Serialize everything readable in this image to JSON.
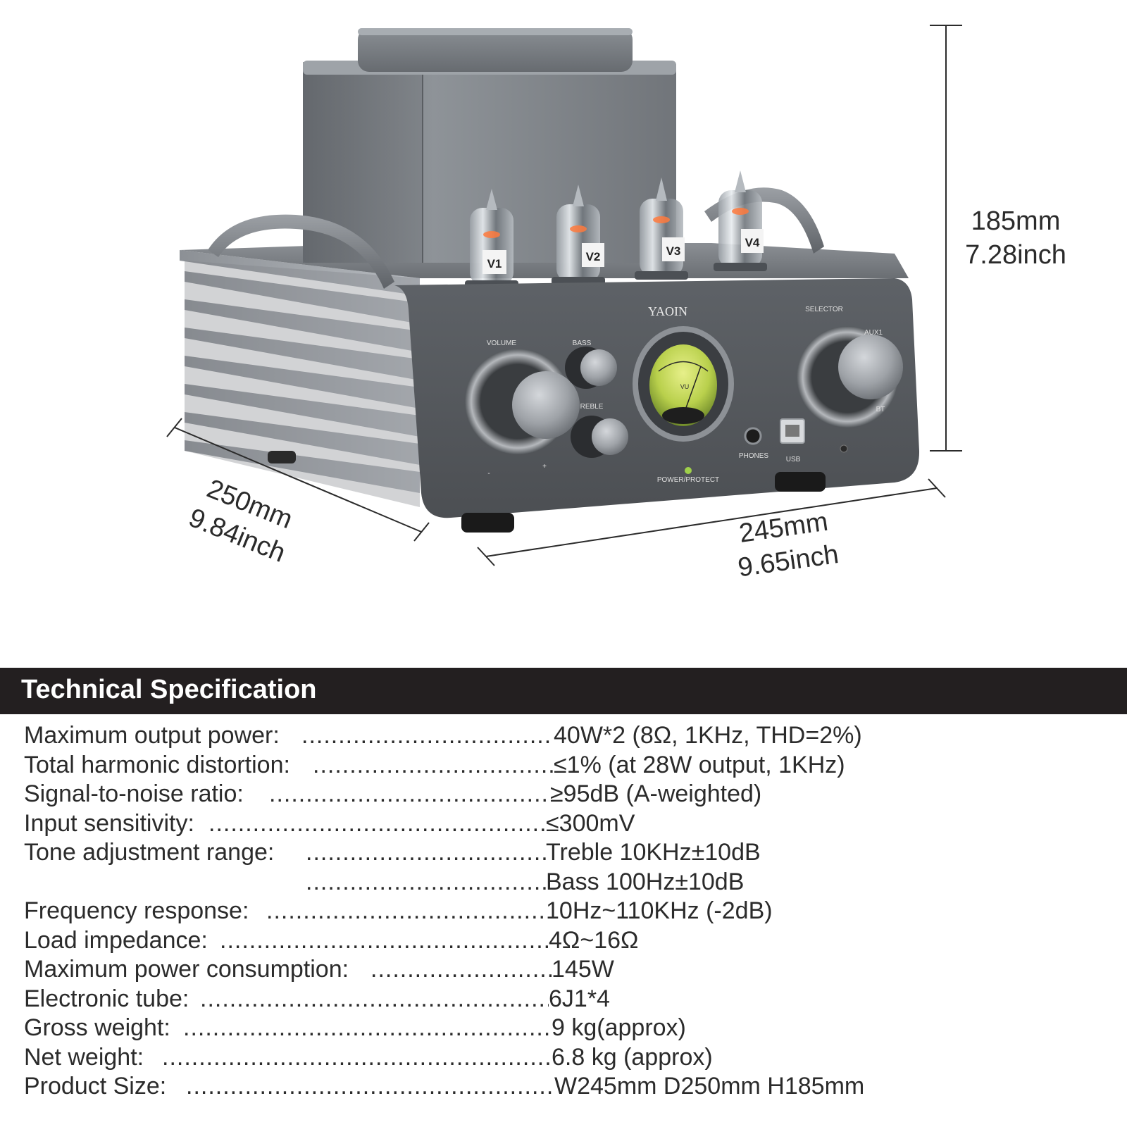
{
  "device": {
    "brand": "YAOIN",
    "tube_labels": [
      "V1",
      "V2",
      "V3",
      "V4"
    ],
    "volume_label": "VOLUME",
    "bass_label": "BASS",
    "treble_label": "REBLE",
    "selector_label": "SELECTOR",
    "aux_label": "AUX1",
    "bt_label": "BT",
    "phones_label": "PHONES",
    "usb_label": "USB",
    "power_label": "POWER/PROTECT",
    "vu_label": "VU",
    "minus_label": "-",
    "plus_label": "+"
  },
  "dimensions": {
    "height_mm": "185mm",
    "height_inch": "7.28inch",
    "depth_mm": "250mm",
    "depth_inch": "9.84inch",
    "width_mm": "245mm",
    "width_inch": "9.65inch"
  },
  "spec_title": "Technical Specification",
  "specs": [
    {
      "label": "Maximum output power:",
      "value": "40W*2 (8Ω, 1KHz, THD=2%)"
    },
    {
      "label": "Total harmonic distortion:",
      "value": " ≤1% (at 28W output, 1KHz)"
    },
    {
      "label": "Signal-to-noise ratio: ",
      "value": "≥95dB (A-weighted)"
    },
    {
      "label": "Input sensitivity:",
      "value": " ≤300mV"
    },
    {
      "label": "Tone adjustment range: ",
      "value": "Treble 10KHz±10dB"
    },
    {
      "label": "",
      "value": "Bass 100Hz±10dB"
    },
    {
      "label": "Frequency response:",
      "value": "10Hz~110KHz (-2dB)"
    },
    {
      "label": "Load impedance:",
      "value": "4Ω~16Ω"
    },
    {
      "label": "Maximum power consumption:",
      "value": "145W"
    },
    {
      "label": "Electronic tube:",
      "value": "6J1*4"
    },
    {
      "label": "Gross weight:",
      "value": "9 kg(approx)"
    },
    {
      "label": "Net weight: ",
      "value": "6.8 kg (approx)"
    },
    {
      "label": "Product Size: ",
      "value": "W245mm D250mm H185mm"
    }
  ]
}
